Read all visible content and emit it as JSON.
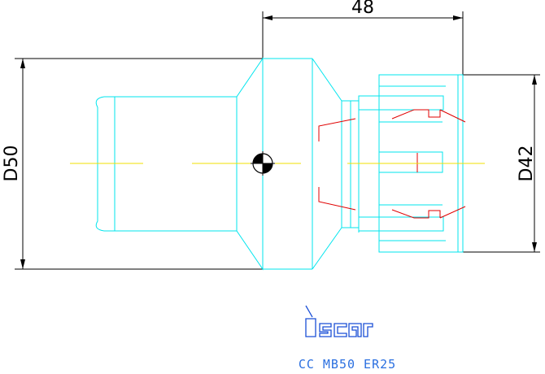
{
  "dimensions": {
    "top_length": "48",
    "left_diameter": "D50",
    "right_diameter": "D42"
  },
  "brand": {
    "logo_text": "iscar"
  },
  "caption": "CC MB50 ER25",
  "colors": {
    "outline": "#00e5ee",
    "centerline": "#f0e000",
    "collet_detail": "#e00000",
    "dimension": "#000000",
    "brand": "#1a4fd6",
    "caption": "#2a6fe0"
  }
}
